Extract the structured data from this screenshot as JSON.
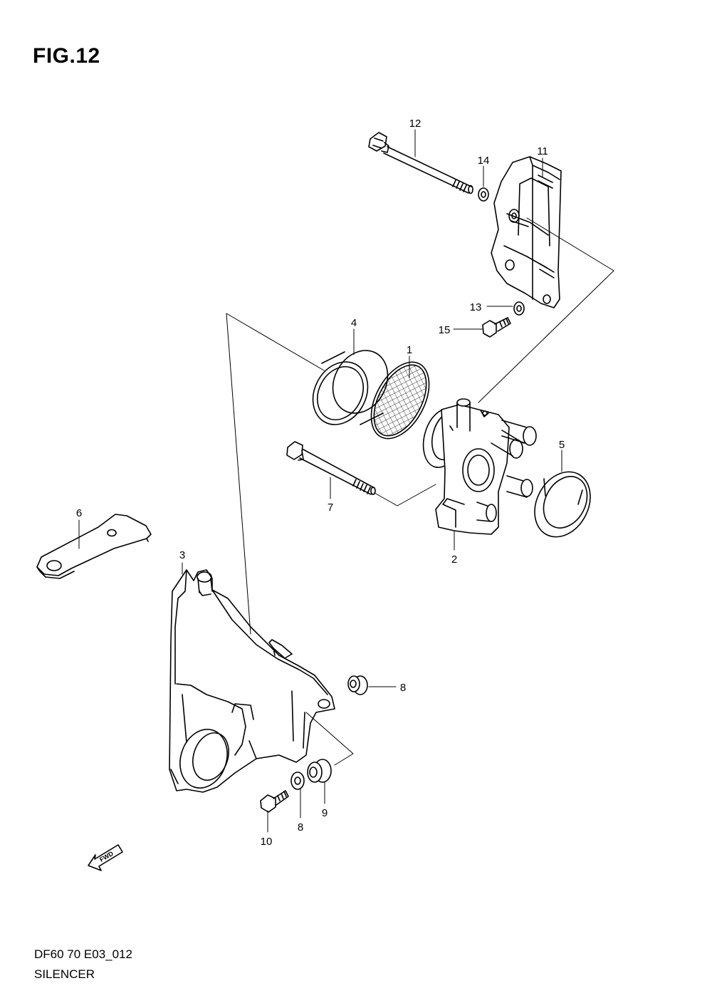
{
  "figure": {
    "title": "FIG.12",
    "drawing_code": "DF60 70 E03_012",
    "name": "SILENCER",
    "fwd_label": "FWD"
  },
  "callouts": {
    "c1": "1",
    "c2": "2",
    "c3": "3",
    "c4": "4",
    "c5": "5",
    "c6": "6",
    "c7": "7",
    "c8a": "8",
    "c8b": "8",
    "c9": "9",
    "c10": "10",
    "c11": "11",
    "c12": "12",
    "c13": "13",
    "c14": "14",
    "c15": "15"
  },
  "parts": [
    {
      "no": "1",
      "shape": "mesh-screen"
    },
    {
      "no": "2",
      "shape": "throttle-body"
    },
    {
      "no": "3",
      "shape": "silencer-case"
    },
    {
      "no": "4",
      "shape": "ring-sleeve"
    },
    {
      "no": "5",
      "shape": "seal-ring"
    },
    {
      "no": "6",
      "shape": "ground-strap"
    },
    {
      "no": "7",
      "shape": "long-bolt"
    },
    {
      "no": "8",
      "shape": "grommet"
    },
    {
      "no": "9",
      "shape": "grommet"
    },
    {
      "no": "10",
      "shape": "short-bolt"
    },
    {
      "no": "11",
      "shape": "bracket"
    },
    {
      "no": "12",
      "shape": "long-bolt"
    },
    {
      "no": "13",
      "shape": "washer"
    },
    {
      "no": "14",
      "shape": "washer"
    },
    {
      "no": "15",
      "shape": "short-bolt"
    }
  ]
}
